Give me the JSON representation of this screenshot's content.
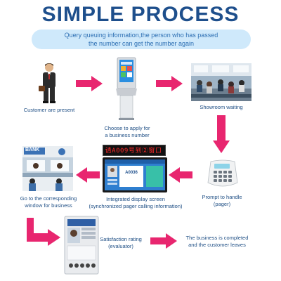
{
  "title": "SIMPLE PROCESS",
  "subtitle": "Query queuing information,the person who has passed\nthe number can get the number again",
  "steps": {
    "customer": "Customer are present",
    "apply": "Choose to apply for\na business number",
    "showroom": "Showroom waiting",
    "prompt": "Prompt to handle\n(pager)",
    "display": "Integrated display screen\n(synchronized pager calling information)",
    "window": "Go to the corresponding\nwindow for business",
    "rating": "Satisfaction rating\n(evaluator)",
    "completed": "The business is completed\nand the customer leaves"
  },
  "ticker_text": "请A009号到②窗口",
  "bank_sign": "BANK",
  "display_number": "A0036",
  "colors": {
    "title": "#1e4f8c",
    "arrow": "#e8266f",
    "caption": "#1f4f85",
    "pill": "#cfe9fb"
  }
}
